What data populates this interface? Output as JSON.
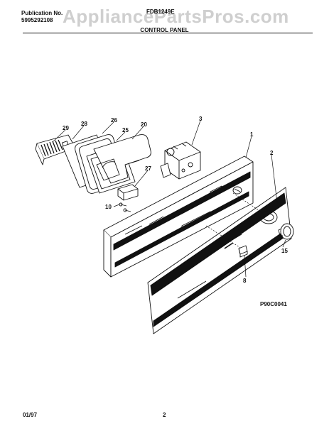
{
  "header": {
    "publication_label": "Publication No.",
    "publication_number": "5995292108",
    "model": "FDB1249E",
    "watermark": "AppliancePartsPros.com"
  },
  "section_title": "CONTROL PANEL",
  "callouts": {
    "c29": "29",
    "c28": "28",
    "c26": "26",
    "c25": "25",
    "c20": "20",
    "c3": "3",
    "c1": "1",
    "c2": "2",
    "c27": "27",
    "c10": "10",
    "c15": "15",
    "c8": "8"
  },
  "figure_code": "P90C0041",
  "footer": {
    "date": "01/97",
    "page": "2"
  }
}
